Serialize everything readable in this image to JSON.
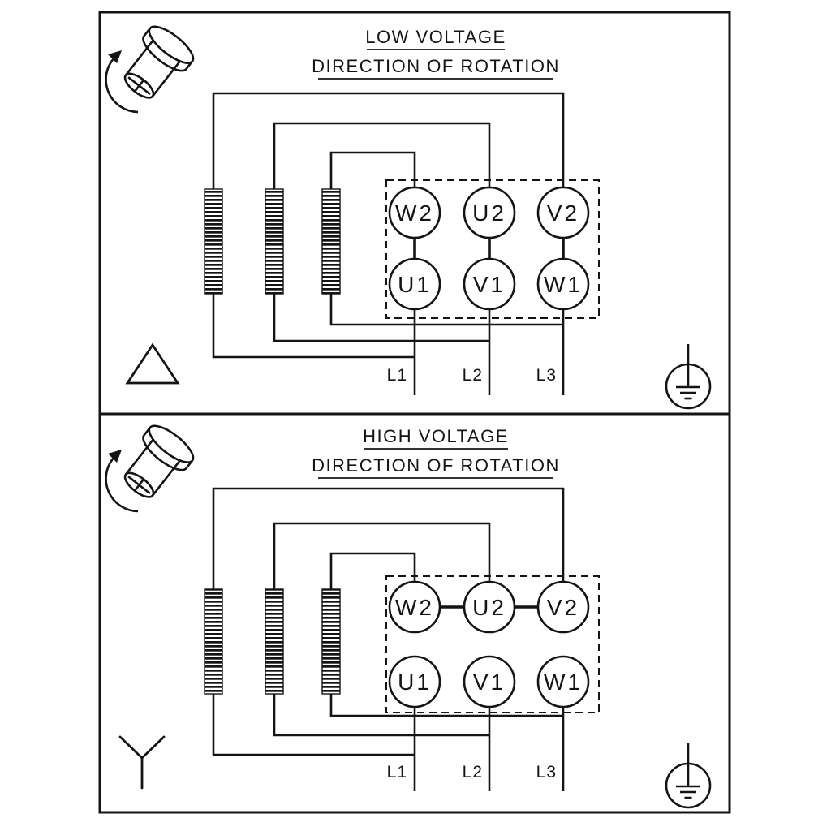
{
  "diagram": {
    "type": "motor-terminal-wiring",
    "panels": [
      {
        "title": "LOW VOLTAGE",
        "subtitle": "DIRECTION OF ROTATION",
        "connection": "delta",
        "terminals_top": [
          "W2",
          "U2",
          "V2"
        ],
        "terminals_bottom": [
          "U1",
          "V1",
          "W1"
        ],
        "leads": [
          "L1",
          "L2",
          "L3"
        ],
        "icons": [
          "motor-rotation",
          "delta-symbol",
          "earth-ground"
        ]
      },
      {
        "title": "HIGH VOLTAGE",
        "subtitle": "DIRECTION OF ROTATION",
        "connection": "star",
        "terminals_top": [
          "W2",
          "U2",
          "V2"
        ],
        "terminals_bottom": [
          "U1",
          "V1",
          "W1"
        ],
        "leads": [
          "L1",
          "L2",
          "L3"
        ],
        "icons": [
          "motor-rotation",
          "star-symbol",
          "earth-ground"
        ]
      }
    ],
    "colors": {
      "line": "#141414",
      "background": "#ffffff"
    }
  }
}
